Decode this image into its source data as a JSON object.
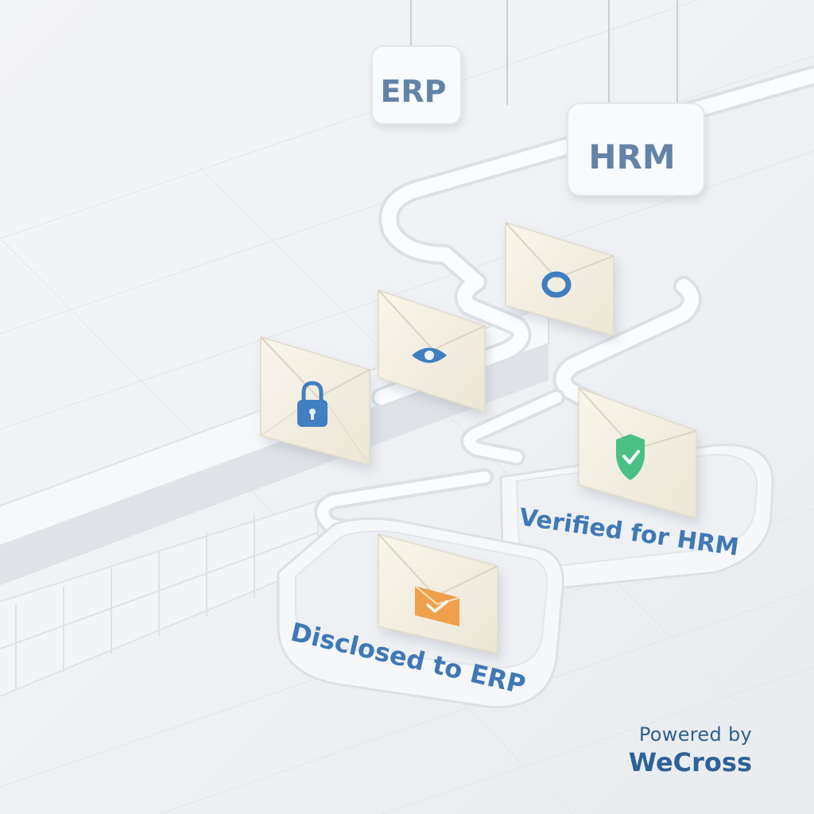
{
  "systems": {
    "erp_tag": "ERP",
    "hrm_tag": "HRM"
  },
  "messages": [
    {
      "icon": "lock-icon",
      "state": "encrypted"
    },
    {
      "icon": "eye-icon",
      "state": "viewed"
    },
    {
      "icon": "ring-icon",
      "state": "processing"
    }
  ],
  "destinations": {
    "hrm": {
      "label": "Verified for HRM",
      "icon": "shield-check-icon",
      "icon_color": "#4cc085"
    },
    "erp": {
      "label": "Disclosed to ERP",
      "icon": "check-badge-icon",
      "icon_color": "#f0a04b"
    }
  },
  "brand": {
    "powered_by": "Powered by",
    "name": "WeCross"
  },
  "colors": {
    "accent_blue": "#3f78b5",
    "envelope": "#f5f1e6",
    "background": "#eef0f3"
  }
}
